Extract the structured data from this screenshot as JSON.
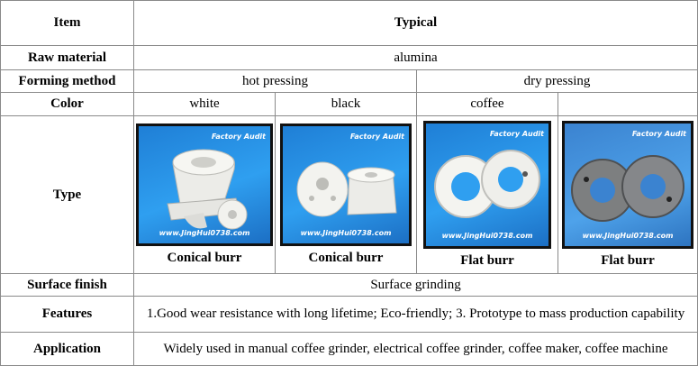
{
  "header": {
    "item": "Item",
    "typical": "Typical"
  },
  "rows": {
    "raw_material": {
      "label": "Raw material",
      "value": "alumina"
    },
    "forming_method": {
      "label": "Forming method",
      "hot": "hot pressing",
      "dry": "dry pressing"
    },
    "color": {
      "label": "Color",
      "values": [
        "white",
        "black",
        "coffee",
        ""
      ]
    },
    "type": {
      "label": "Type",
      "captions": [
        "Conical burr",
        "Conical burr",
        "Flat burr",
        "Flat burr"
      ],
      "watermark_brand": "Factory Audit",
      "watermark_site": "www.JingHui0738.com"
    },
    "surface_finish": {
      "label": "Surface finish",
      "value": "Surface grinding"
    },
    "features": {
      "label": "Features",
      "value": "1.Good wear resistance with long lifetime; Eco-friendly; 3. Prototype to mass production capability"
    },
    "application": {
      "label": "Application",
      "value": "Widely used in manual coffee grinder, electrical coffee grinder, coffee maker, coffee machine"
    }
  },
  "colors": {
    "border": "#8a8a8a",
    "photo_background": "#2f9ff0",
    "ceramic": "#f2f2ee",
    "steel": "#7d7f80"
  }
}
